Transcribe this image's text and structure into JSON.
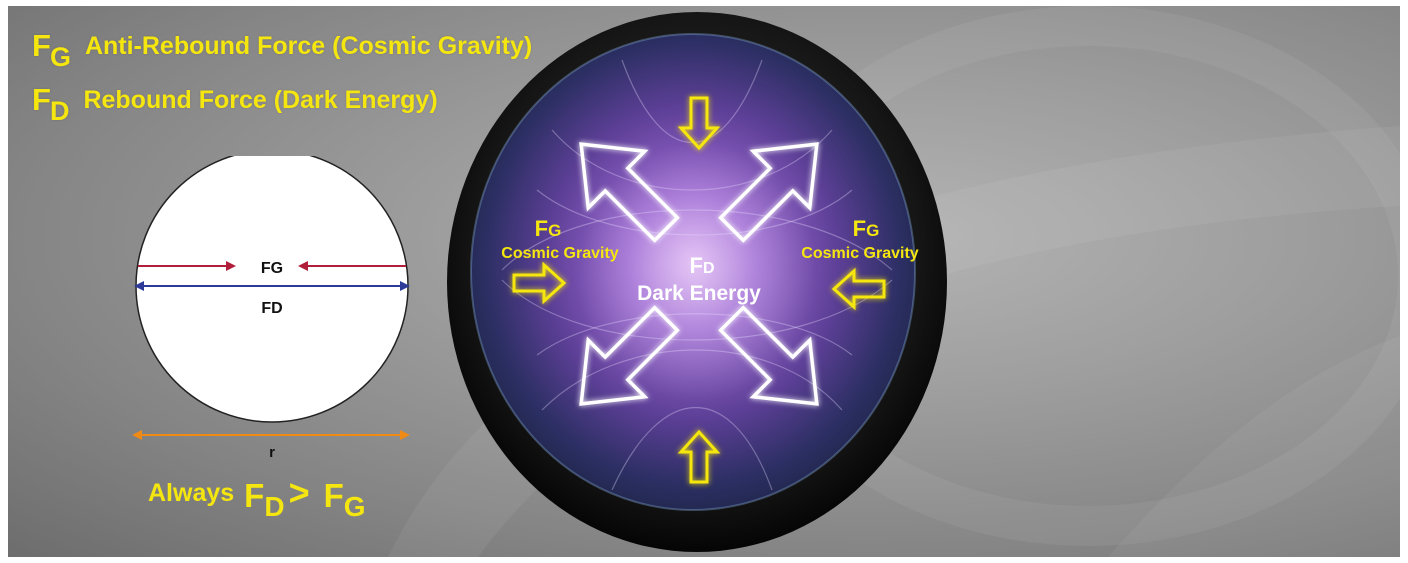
{
  "legend": {
    "fg": {
      "symbol": "F",
      "subscript": "G",
      "text": "Anti-Rebound Force (Cosmic Gravity)"
    },
    "fd": {
      "symbol": "F",
      "subscript": "D",
      "text": "Rebound Force (Dark Energy)"
    }
  },
  "left_diagram": {
    "fg_label": "FG",
    "fd_label": "FD",
    "r_label": "r"
  },
  "always": {
    "word": "Always",
    "lhs_symbol": "F",
    "lhs_sub": "D",
    "op": ">",
    "rhs_symbol": "F",
    "rhs_sub": "G"
  },
  "sphere": {
    "left_fg": {
      "symbol": "F",
      "sub": "G",
      "label": "Cosmic Gravity"
    },
    "right_fg": {
      "symbol": "F",
      "sub": "G",
      "label": "Cosmic Gravity"
    },
    "center": {
      "symbol": "F",
      "sub": "D",
      "label": "Dark Energy"
    }
  },
  "colors": {
    "yellow": "#f5e60f",
    "fg_arrow": "#b01e3a",
    "fd_arrow": "#2e3a98",
    "r_arrow": "#f08a16",
    "sphere_purple": "#7a4ab8"
  }
}
